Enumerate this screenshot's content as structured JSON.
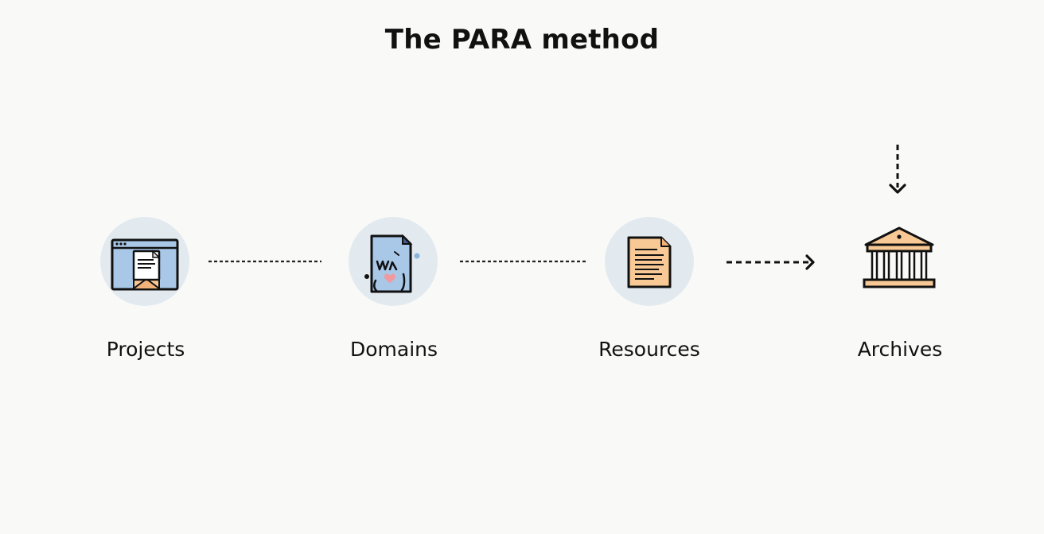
{
  "title": "The PARA method",
  "categories": [
    {
      "label": "Projects",
      "icon": "browser-envelope-icon"
    },
    {
      "label": "Domains",
      "icon": "handwritten-note-heart-icon"
    },
    {
      "label": "Resources",
      "icon": "document-icon"
    },
    {
      "label": "Archives",
      "icon": "archive-building-icon"
    }
  ],
  "colors": {
    "background": "#f9f9f7",
    "circle": "#e2eaf0",
    "icon_blue": "#a9c8e8",
    "icon_peach": "#f8c995",
    "icon_pink": "#f09aa0",
    "ink": "#111111"
  }
}
